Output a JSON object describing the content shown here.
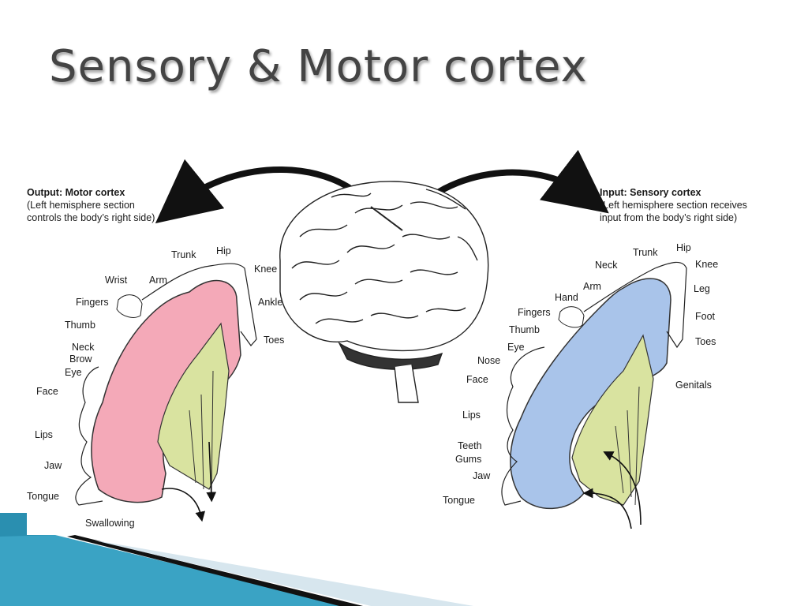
{
  "slide": {
    "title": "Sensory & Motor cortex"
  },
  "motor": {
    "heading": "Output: Motor cortex",
    "note_line1": "(Left hemisphere section",
    "note_line2": "controls the body’s right side)",
    "color": "#f4a9b8",
    "labels": [
      "Trunk",
      "Hip",
      "Knee",
      "Wrist",
      "Arm",
      "Ankle",
      "Fingers",
      "Thumb",
      "Toes",
      "Neck",
      "Brow",
      "Eye",
      "Face",
      "Lips",
      "Jaw",
      "Tongue",
      "Swallowing"
    ]
  },
  "sensory": {
    "heading": "Input: Sensory cortex",
    "note_line1": "(Left hemisphere section receives",
    "note_line2": "input from the body’s right side)",
    "color": "#a9c4ea",
    "labels": [
      "Hip",
      "Trunk",
      "Knee",
      "Neck",
      "Leg",
      "Arm",
      "Hand",
      "Fingers",
      "Foot",
      "Thumb",
      "Toes",
      "Eye",
      "Nose",
      "Face",
      "Genitals",
      "Lips",
      "Teeth",
      "Gums",
      "Jaw",
      "Tongue"
    ]
  },
  "colors": {
    "fiber": "#d9e3a0",
    "accent_band": "#2a8fb0",
    "title": "#444444"
  }
}
